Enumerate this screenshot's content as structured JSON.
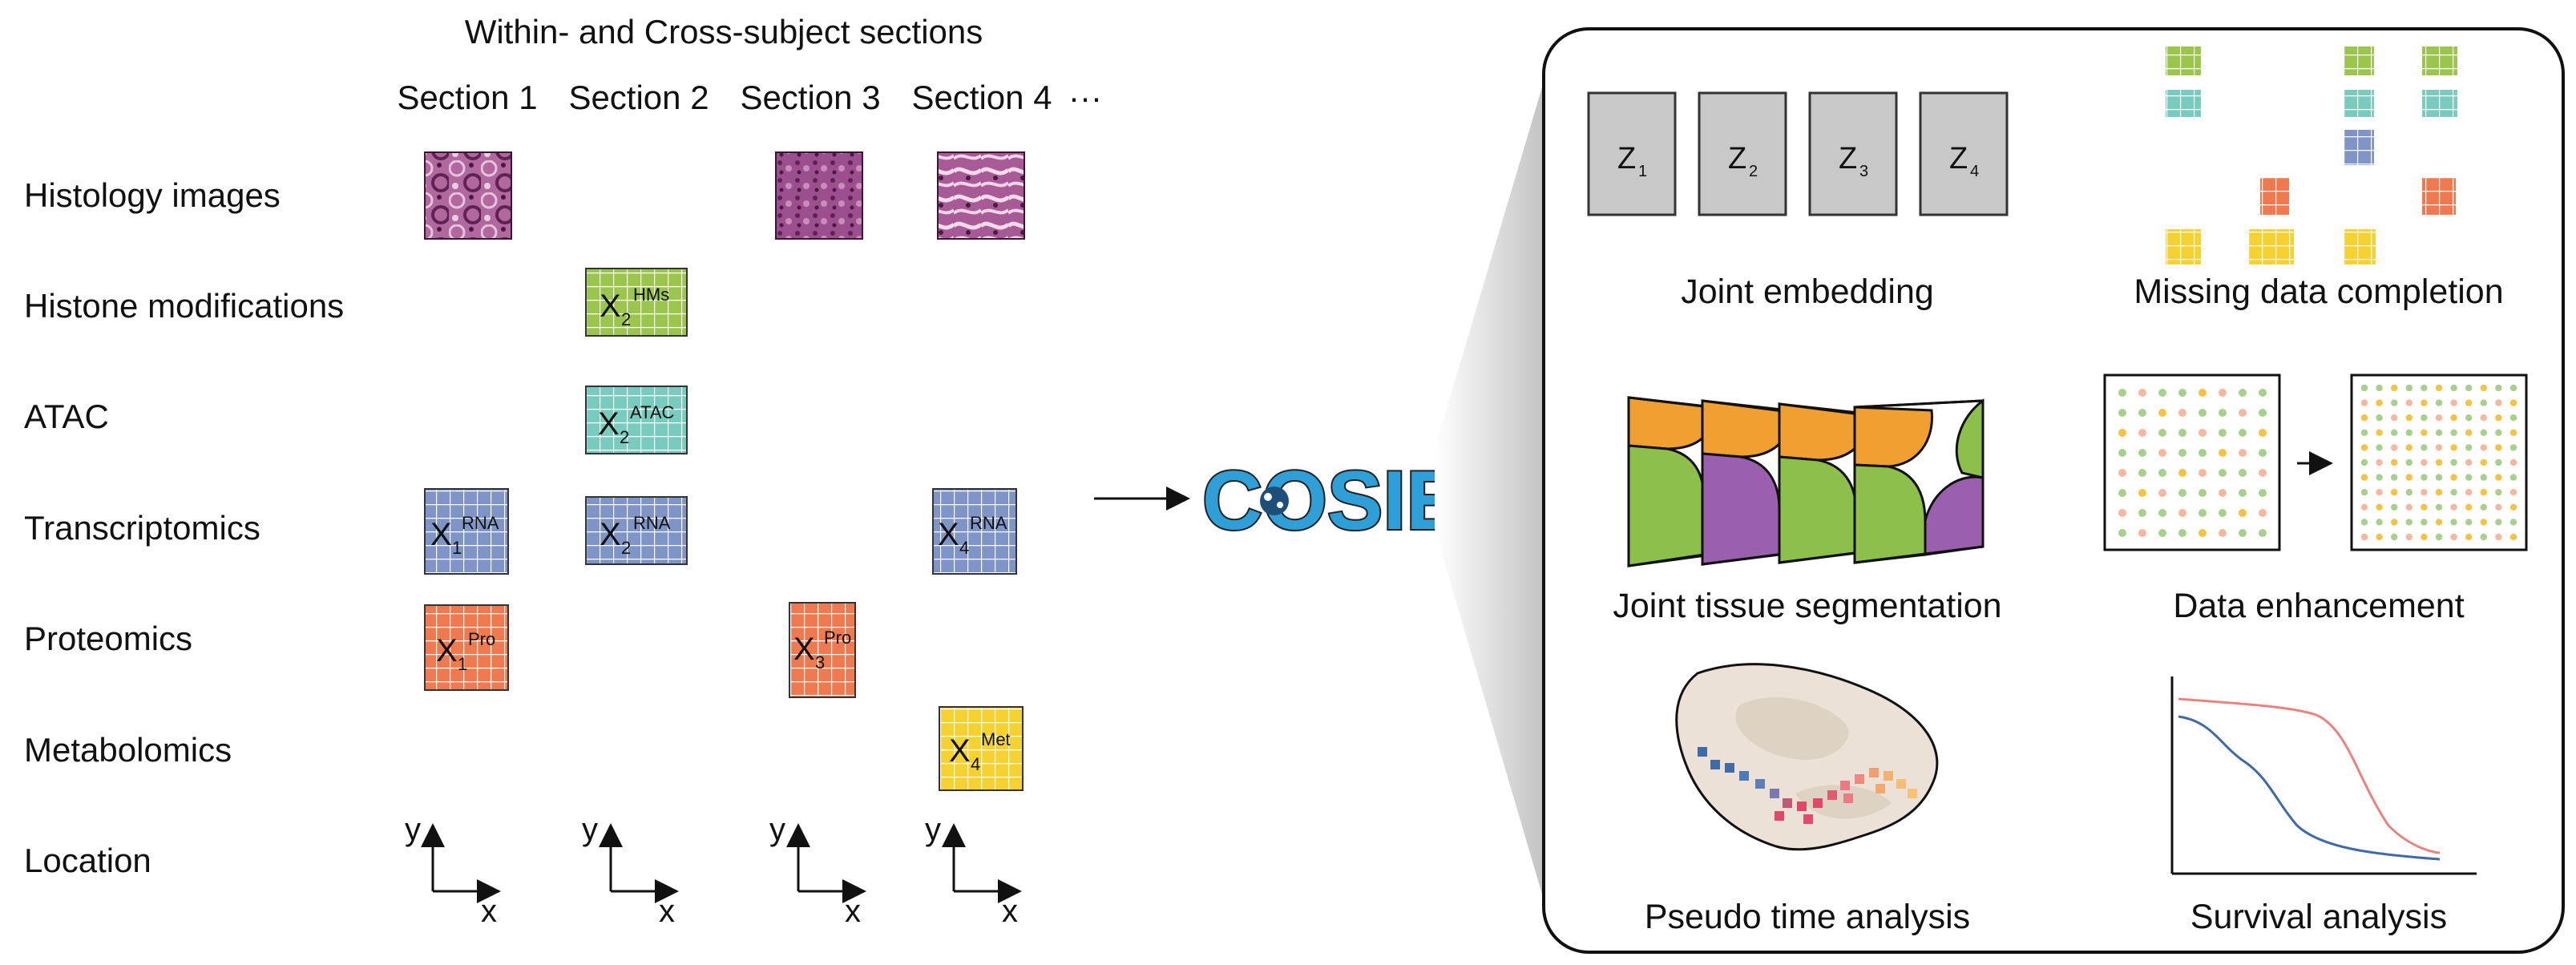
{
  "title": "Within- and Cross-subject sections",
  "sections": [
    "Section 1",
    "Section 2",
    "Section 3",
    "Section 4",
    "···"
  ],
  "rows": [
    "Histology images",
    "Histone modifications",
    "ATAC",
    "Transcriptomics",
    "Proteomics",
    "Metabolomics",
    "Location"
  ],
  "matrices": [
    {
      "x": "X",
      "sub": "2",
      "sup": "HMs"
    },
    {
      "x": "X",
      "sub": "2",
      "sup": "ATAC"
    },
    {
      "x": "X",
      "sub": "1",
      "sup": "RNA"
    },
    {
      "x": "X",
      "sub": "2",
      "sup": "RNA"
    },
    {
      "x": "X",
      "sub": "4",
      "sup": "RNA"
    },
    {
      "x": "X",
      "sub": "1",
      "sup": "Pro"
    },
    {
      "x": "X",
      "sub": "3",
      "sup": "Pro"
    },
    {
      "x": "X",
      "sub": "4",
      "sup": "Met"
    }
  ],
  "axis": {
    "y": "y",
    "x": "x"
  },
  "logo": "COSIE",
  "embeddings": [
    {
      "z": "Z",
      "sub": "1"
    },
    {
      "z": "Z",
      "sub": "2"
    },
    {
      "z": "Z",
      "sub": "3"
    },
    {
      "z": "Z",
      "sub": "4"
    }
  ],
  "panels": [
    "Joint embedding",
    "Missing data completion",
    "Joint tissue segmentation",
    "Data enhancement",
    "Pseudo time analysis",
    "Survival analysis"
  ],
  "colors": {
    "hms": "#9ac64d",
    "atac": "#79cbbf",
    "rna": "#7f95c8",
    "pro": "#f0794f",
    "met": "#f5d230",
    "histology": "#8a3f7a",
    "seg_orange": "#f0a030",
    "seg_green": "#8dc04a",
    "seg_purple": "#9b5fb0",
    "logo": "#2f9fd8",
    "surv_red": "#e8847e",
    "surv_blue": "#3e6aa8"
  }
}
